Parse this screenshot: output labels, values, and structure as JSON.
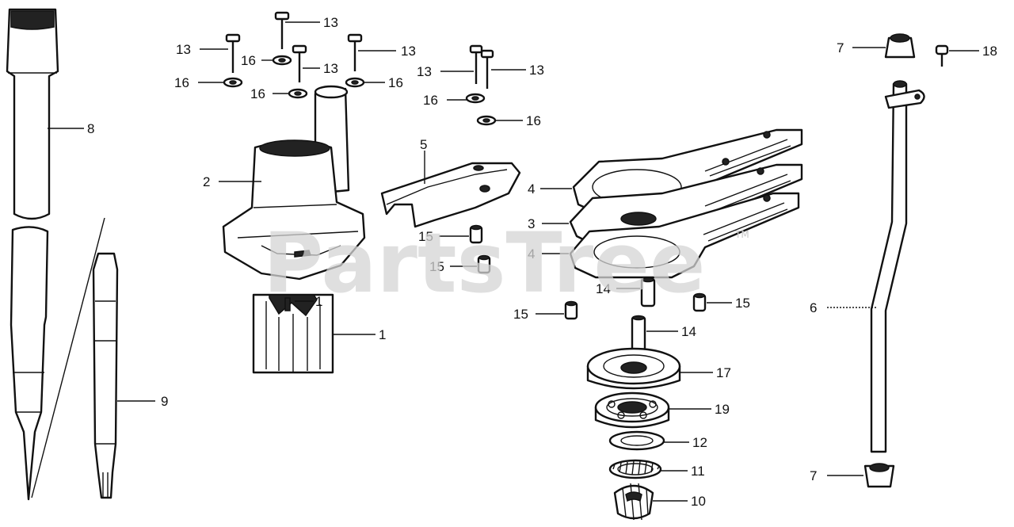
{
  "watermark": {
    "text": "PartsTree",
    "mark": "TM"
  },
  "callouts": {
    "drive_shaft_upper": "8",
    "drive_shaft_lower": "9",
    "pump_housing": "2",
    "impeller": "1",
    "impeller_key": "1",
    "bolt_a": "13",
    "bolt_b": "13",
    "bolt_c": "13",
    "bolt_d": "13",
    "bolt_e": "13",
    "bolt_f": "13",
    "washer_a": "16",
    "washer_b": "16",
    "washer_c": "16",
    "washer_d": "16",
    "washer_e": "16",
    "washer_f": "16",
    "liner": "5",
    "gasket_upper": "4",
    "plate": "3",
    "gasket_lower": "4",
    "dowel_a": "15",
    "dowel_b": "15",
    "dowel_c": "15",
    "dowel_d": "15",
    "pin_a": "14",
    "pin_b": "14",
    "bearing_housing": "17",
    "ball_bearing": "19",
    "shim": "12",
    "thrust_bearing": "11",
    "pinion_gear": "10",
    "water_tube": "6",
    "grommet_top": "7",
    "grommet_bottom": "7",
    "screw": "18"
  }
}
